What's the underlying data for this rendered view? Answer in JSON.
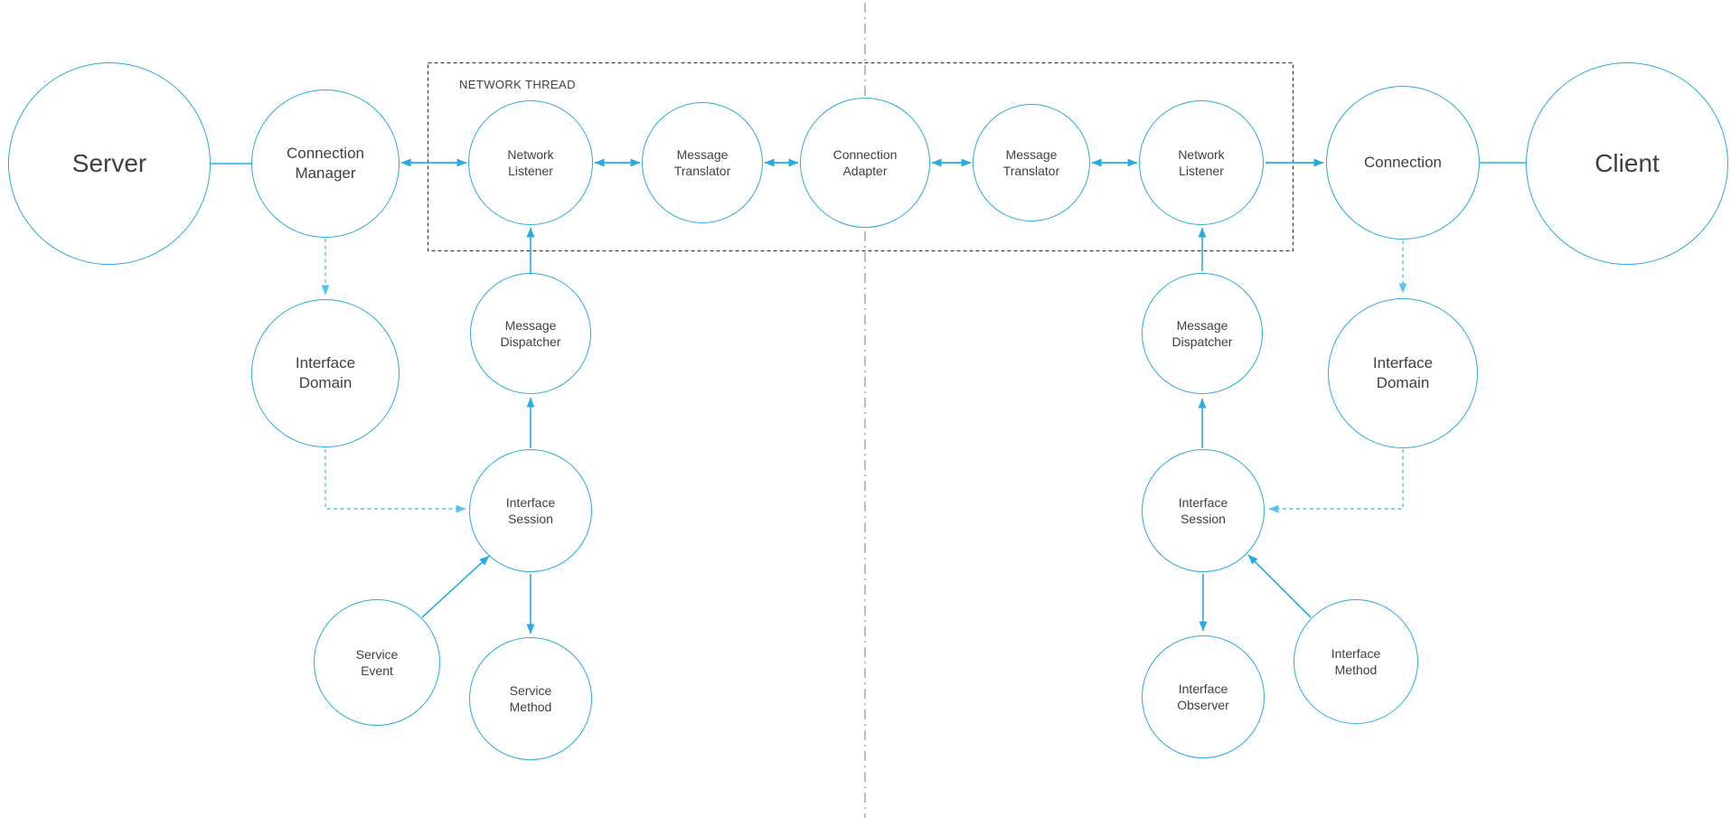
{
  "diagram": {
    "type": "architecture-diagram",
    "network_thread_box": {
      "label": "NETWORK THREAD"
    },
    "colors": {
      "background": "#ffffff",
      "node_stroke": "#29abe2",
      "solid_connector": "#29abe2",
      "dashed_connector": "#58c1ee",
      "thread_box_border": "#3f3f3f",
      "center_divider": "#a8a8a8",
      "text": "#404040"
    },
    "nodes": [
      {
        "id": "server",
        "label": "Server"
      },
      {
        "id": "connection-manager",
        "label": "Connection\nManager"
      },
      {
        "id": "network-listener-left",
        "label": "Network\nListener"
      },
      {
        "id": "message-translator-left",
        "label": "Message\nTranslator"
      },
      {
        "id": "connection-adapter",
        "label": "Connection\nAdapter"
      },
      {
        "id": "message-translator-right",
        "label": "Message\nTranslator"
      },
      {
        "id": "network-listener-right",
        "label": "Network\nListener"
      },
      {
        "id": "connection",
        "label": "Connection"
      },
      {
        "id": "client",
        "label": "Client"
      },
      {
        "id": "interface-domain-left",
        "label": "Interface\nDomain"
      },
      {
        "id": "message-dispatcher-left",
        "label": "Message\nDispatcher"
      },
      {
        "id": "interface-session-left",
        "label": "Interface\nSession"
      },
      {
        "id": "service-event",
        "label": "Service\nEvent"
      },
      {
        "id": "service-method",
        "label": "Service\nMethod"
      },
      {
        "id": "message-dispatcher-right",
        "label": "Message\nDispatcher"
      },
      {
        "id": "interface-domain-right",
        "label": "Interface\nDomain"
      },
      {
        "id": "interface-session-right",
        "label": "Interface\nSession"
      },
      {
        "id": "interface-observer",
        "label": "Interface\nObserver"
      },
      {
        "id": "interface-method",
        "label": "Interface\nMethod"
      }
    ],
    "edges": [
      {
        "side": "left",
        "from": "Server",
        "to": "Connection Manager",
        "style": "solid",
        "arrows": "none"
      },
      {
        "side": "left",
        "from": "Connection Manager",
        "to": "Network Listener",
        "style": "solid",
        "arrows": "both"
      },
      {
        "side": "left",
        "from": "Network Listener",
        "to": "Message Translator",
        "style": "solid",
        "arrows": "both"
      },
      {
        "side": "left",
        "from": "Message Translator",
        "to": "Connection Adapter",
        "style": "solid",
        "arrows": "both"
      },
      {
        "side": "right",
        "from": "Connection Adapter",
        "to": "Message Translator",
        "style": "solid",
        "arrows": "both"
      },
      {
        "side": "right",
        "from": "Message Translator",
        "to": "Network Listener",
        "style": "solid",
        "arrows": "both"
      },
      {
        "side": "right",
        "from": "Network Listener",
        "to": "Connection",
        "style": "solid",
        "arrows": "end"
      },
      {
        "side": "right",
        "from": "Connection",
        "to": "Client",
        "style": "solid",
        "arrows": "none"
      },
      {
        "side": "left",
        "from": "Connection Manager",
        "to": "Interface Domain",
        "style": "dashed",
        "arrows": "end"
      },
      {
        "side": "left",
        "from": "Interface Domain",
        "to": "Interface Session",
        "style": "dashed",
        "arrows": "end"
      },
      {
        "side": "left",
        "from": "Message Dispatcher",
        "to": "Network Listener",
        "style": "solid",
        "arrows": "end"
      },
      {
        "side": "left",
        "from": "Interface Session",
        "to": "Message Dispatcher",
        "style": "solid",
        "arrows": "end"
      },
      {
        "side": "left",
        "from": "Service Event",
        "to": "Interface Session",
        "style": "solid",
        "arrows": "end"
      },
      {
        "side": "left",
        "from": "Interface Session",
        "to": "Service Method",
        "style": "solid",
        "arrows": "end"
      },
      {
        "side": "right",
        "from": "Connection",
        "to": "Interface Domain",
        "style": "dashed",
        "arrows": "end"
      },
      {
        "side": "right",
        "from": "Interface Domain",
        "to": "Interface Session",
        "style": "dashed",
        "arrows": "end"
      },
      {
        "side": "right",
        "from": "Message Dispatcher",
        "to": "Network Listener",
        "style": "solid",
        "arrows": "end"
      },
      {
        "side": "right",
        "from": "Interface Session",
        "to": "Message Dispatcher",
        "style": "solid",
        "arrows": "end"
      },
      {
        "side": "right",
        "from": "Interface Method",
        "to": "Interface Session",
        "style": "solid",
        "arrows": "end"
      },
      {
        "side": "right",
        "from": "Interface Session",
        "to": "Interface Observer",
        "style": "solid",
        "arrows": "end"
      }
    ]
  }
}
